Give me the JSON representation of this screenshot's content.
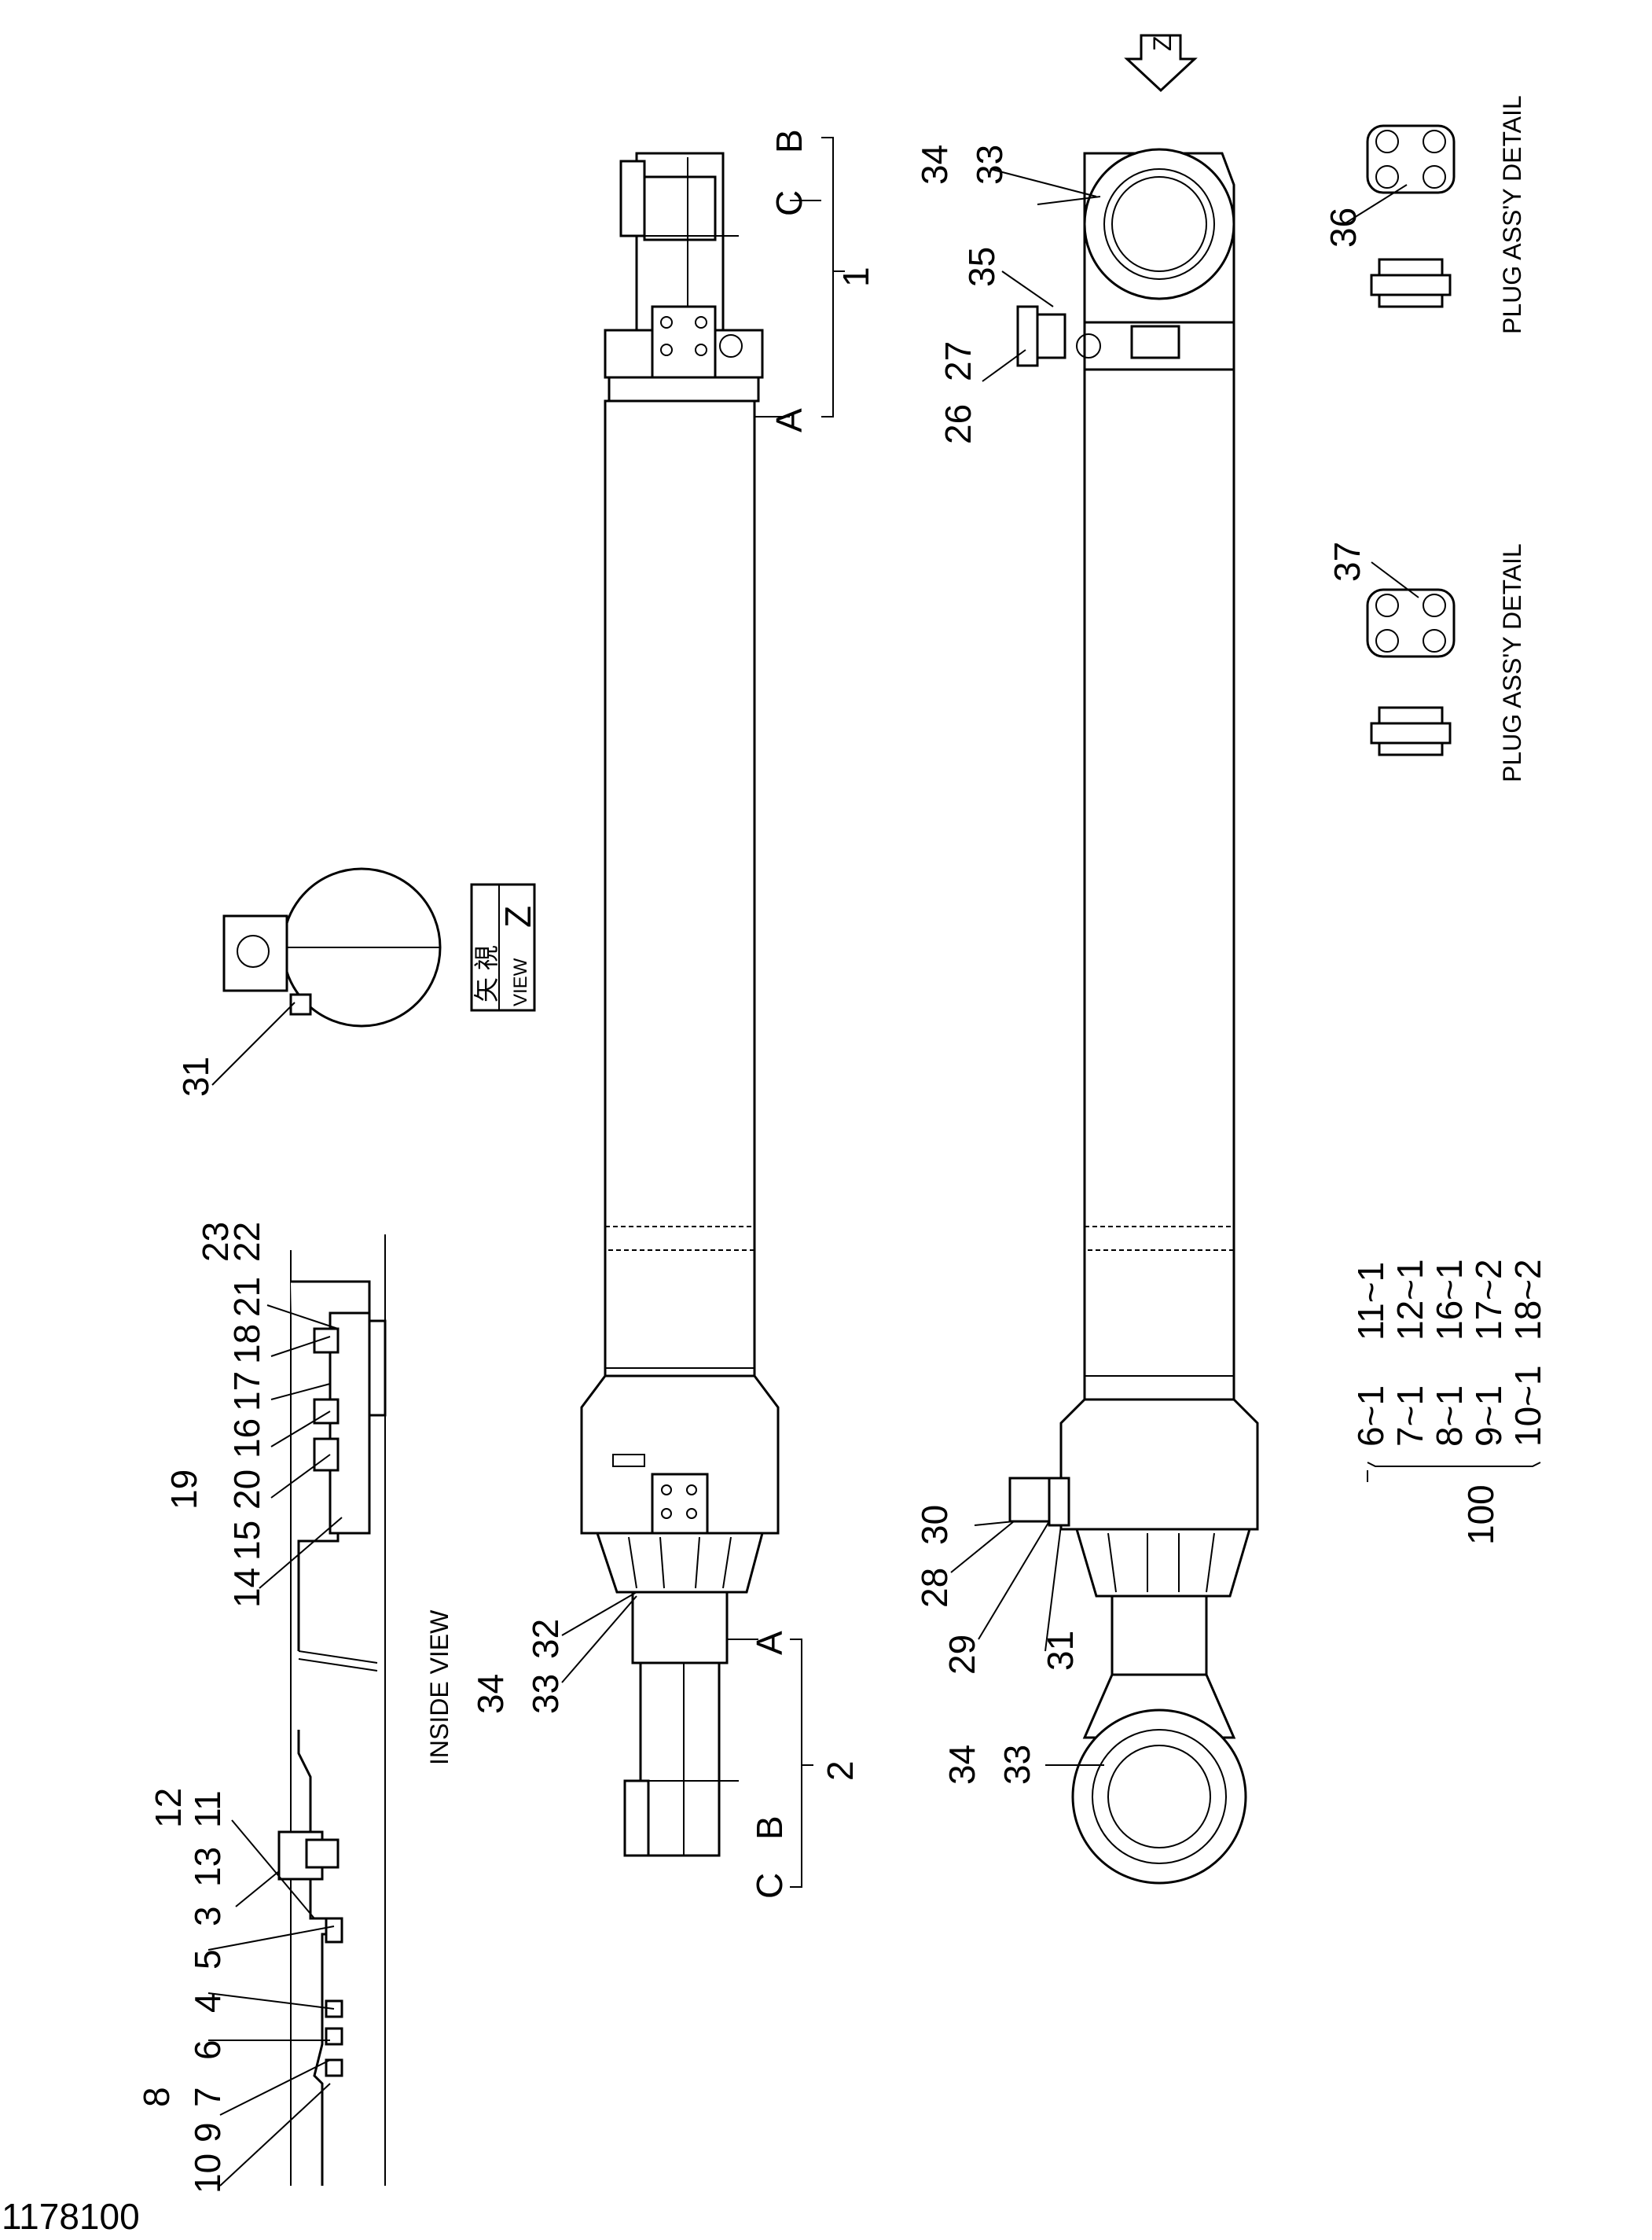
{
  "drawing_number": "1178100",
  "view_z": {
    "letter": "Z",
    "kanji": "矢 視",
    "view": "VIEW"
  },
  "inside_view": "INSIDE VIEW",
  "plug_detail": "PLUG ASS'Y DETAIL",
  "section_markers": {
    "a": "A",
    "b": "B",
    "c": "C"
  },
  "assembly_refs": {
    "rod_side": "1",
    "head_side": "2"
  },
  "callouts": {
    "n3": "3",
    "n4": "4",
    "n5": "5",
    "n6": "6",
    "n7": "7",
    "n8": "8",
    "n9": "9",
    "n10": "10",
    "n11": "11",
    "n12": "12",
    "n13": "13",
    "n14": "14",
    "n15": "15",
    "n16": "16",
    "n17": "17",
    "n18": "18",
    "n19": "19",
    "n20": "20",
    "n21": "21",
    "n22": "22",
    "n23": "23",
    "n26": "26",
    "n27": "27",
    "n28": "28",
    "n29": "29",
    "n30": "30",
    "n31": "31",
    "n32": "32",
    "n33": "33",
    "n34": "34",
    "n35": "35",
    "n36": "36",
    "n37": "37",
    "n100": "100"
  },
  "kit_100": {
    "col1": [
      "6~1",
      "7~1",
      "8~1",
      "9~1",
      "10~1"
    ],
    "col2": [
      "11~1",
      "12~1",
      "16~1",
      "17~2",
      "18~2"
    ]
  }
}
